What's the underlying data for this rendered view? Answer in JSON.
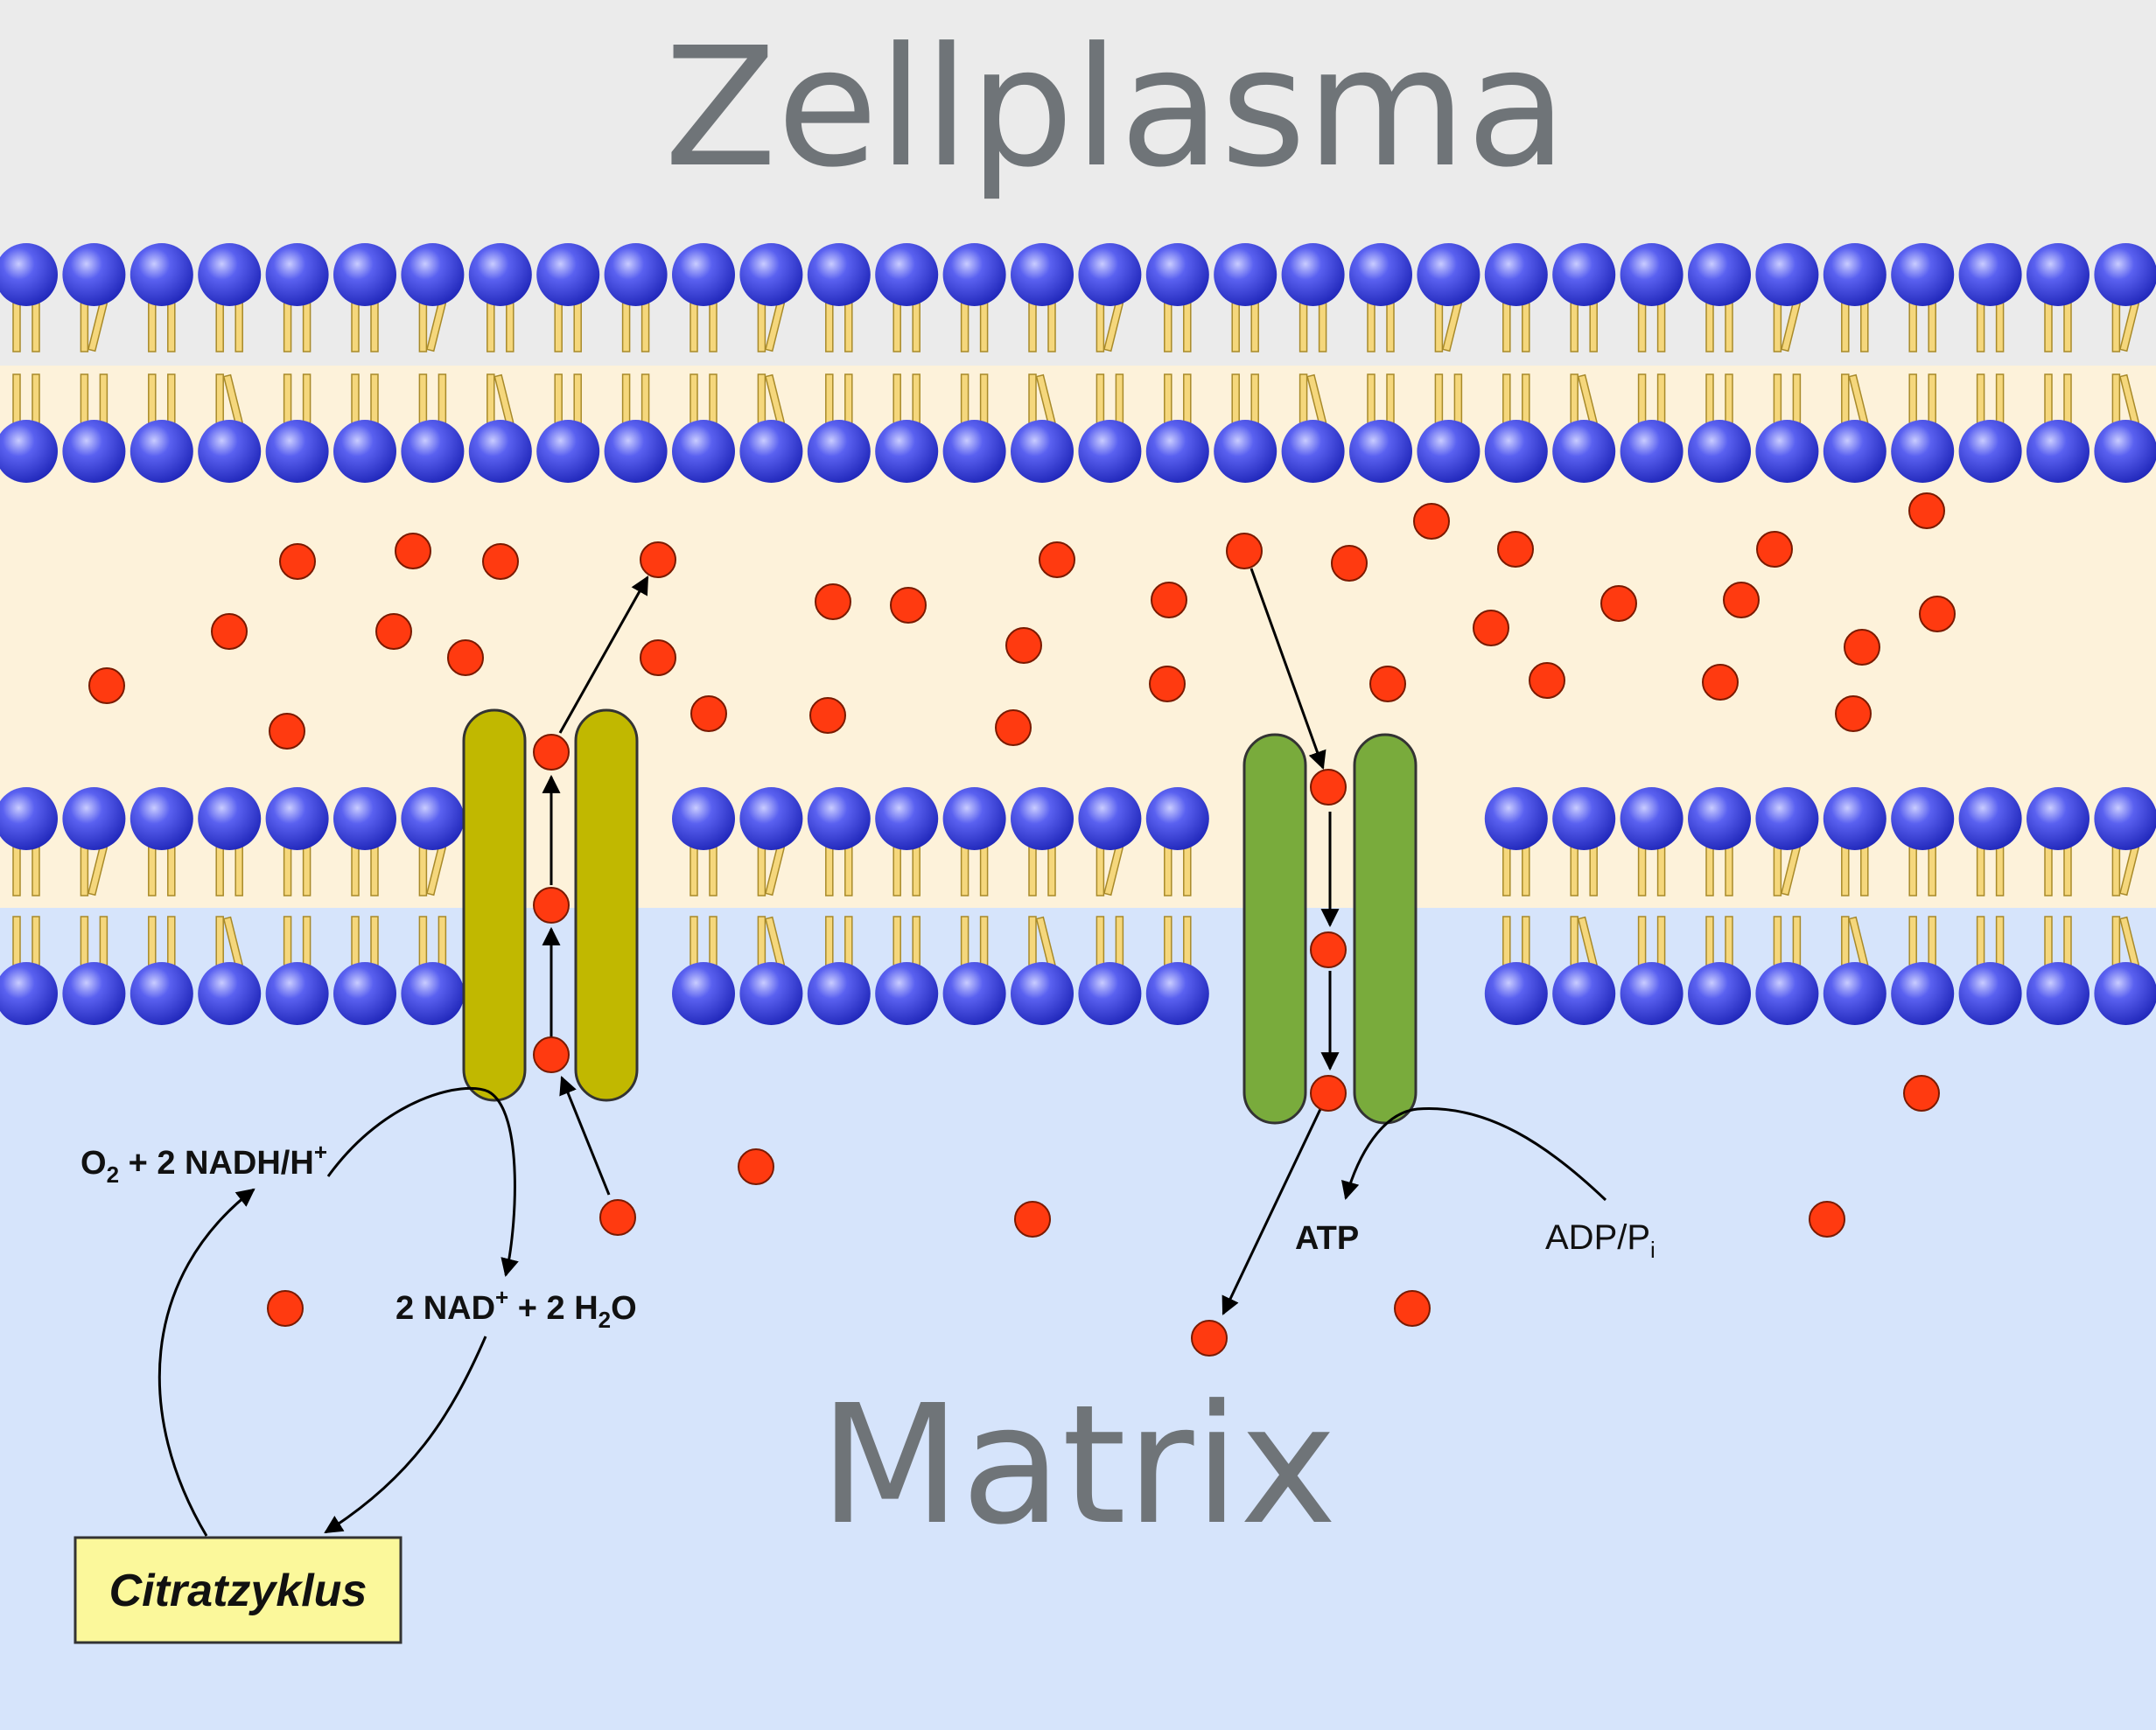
{
  "regions": {
    "cytoplasm_label": "Zellplasma",
    "matrix_label": "Matrix"
  },
  "reactions": {
    "oxidation_left": {
      "main": "O",
      "sub": "2",
      "rest": " + 2 NADH/H",
      "sup": "+"
    },
    "oxidation_right": {
      "nad": "2 NAD",
      "sup": "+",
      "mid": " + 2 H",
      "sub": "2",
      "end": "O"
    },
    "atp_label": "ATP",
    "adp_label": {
      "main": "ADP/P",
      "sub": "i"
    },
    "citric_cycle": "Citratzyklus"
  },
  "colors": {
    "cytoplasm_bg": "#ebebeb",
    "intermembrane_bg": "#fdf2da",
    "matrix_bg": "#d6e4fb",
    "lipid_head": "#2e35d8",
    "lipid_tail": "#f5d77c",
    "proton": "#ff3a10",
    "complex_pump": "#c1b800",
    "atp_synthase": "#79ab3c",
    "citric_box": "#fbf89b",
    "title_gray": "#6f7478"
  },
  "icons": [
    "lipid-bilayer",
    "proton-pump",
    "atp-synthase",
    "proton",
    "arrow"
  ]
}
